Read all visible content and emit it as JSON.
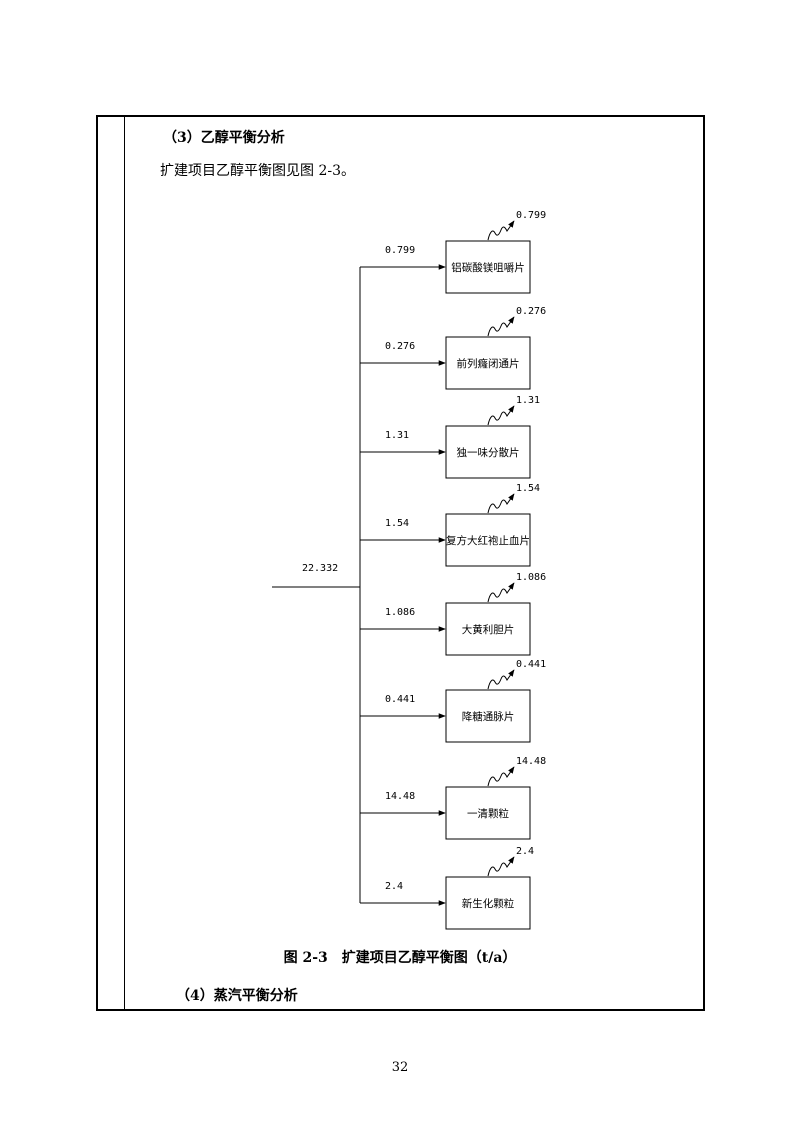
{
  "section3_heading": "（3）乙醇平衡分析",
  "intro_text": "扩建项目乙醇平衡图见图 2-3。",
  "figure": {
    "input": "22.332",
    "products": [
      {
        "name": "铝碳酸镁咀嚼片",
        "input": "0.799",
        "output": "0.799"
      },
      {
        "name": "前列癃闭通片",
        "input": "0.276",
        "output": "0.276"
      },
      {
        "name": "独一味分散片",
        "input": "1.31",
        "output": "1.31"
      },
      {
        "name": "复方大红袍止血片",
        "input": "1.54",
        "output": "1.54"
      },
      {
        "name": "大黄利胆片",
        "input": "1.086",
        "output": "1.086"
      },
      {
        "name": "降糖通脉片",
        "input": "0.441",
        "output": "0.441"
      },
      {
        "name": "一清颗粒",
        "input": "14.48",
        "output": "14.48"
      },
      {
        "name": "新生化颗粒",
        "input": "2.4",
        "output": "2.4"
      }
    ]
  },
  "caption": "图 2-3　扩建项目乙醇平衡图（t/a）",
  "section4_heading": "（4）蒸汽平衡分析",
  "page_number": "32"
}
